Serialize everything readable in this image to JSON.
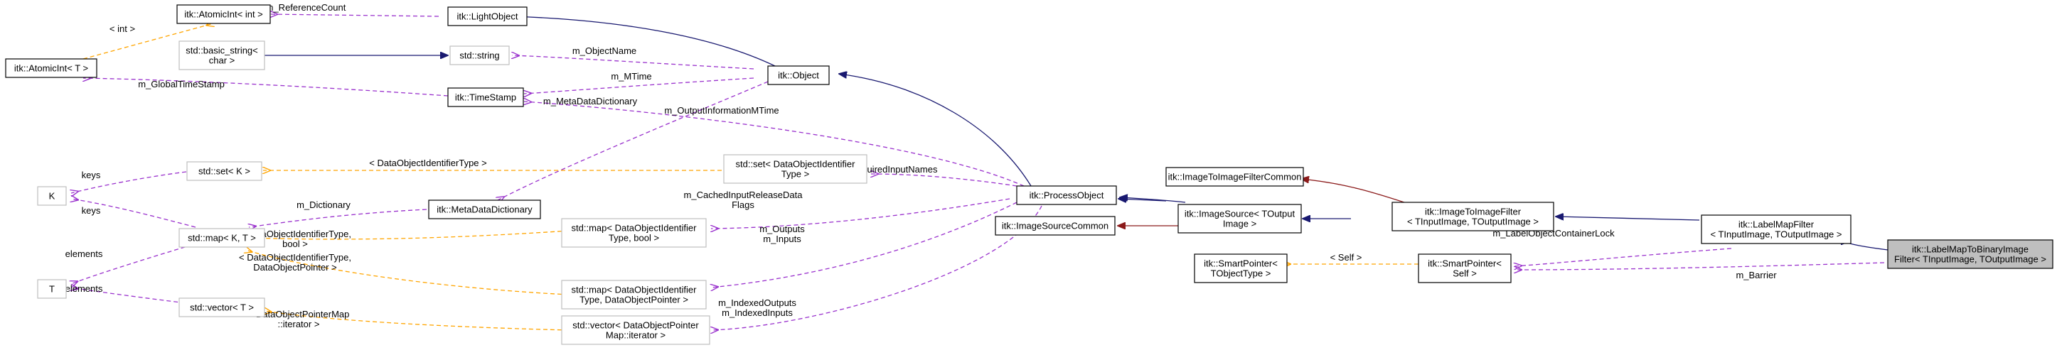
{
  "colors": {
    "inherit": "#191970",
    "protected_inherit": "#8b1a1a",
    "usage": "#9a32cd",
    "template": "#ffa500",
    "node_border_dark": "#000000",
    "node_border_light": "#bfbfbf",
    "highlight_fill": "#bfbfbf"
  },
  "nodes": {
    "atomic_int_int": {
      "lines": [
        "itk::AtomicInt< int >"
      ]
    },
    "light_object": {
      "lines": [
        "itk::LightObject"
      ]
    },
    "atomic_int_t": {
      "lines": [
        "itk::AtomicInt< T >"
      ]
    },
    "basic_string": {
      "lines": [
        "std::basic_string<",
        "char >"
      ]
    },
    "std_string": {
      "lines": [
        "std::string"
      ]
    },
    "object": {
      "lines": [
        "itk::Object"
      ]
    },
    "time_stamp": {
      "lines": [
        "itk::TimeStamp"
      ]
    },
    "k": {
      "lines": [
        "K"
      ]
    },
    "set_k": {
      "lines": [
        "std::set< K >"
      ]
    },
    "set_doid": {
      "lines": [
        "std::set< DataObjectIdentifier",
        "Type >"
      ]
    },
    "meta_data_dictionary": {
      "lines": [
        "itk::MetaDataDictionary"
      ]
    },
    "process_object": {
      "lines": [
        "itk::ProcessObject"
      ]
    },
    "map_k_t": {
      "lines": [
        "std::map< K, T >"
      ]
    },
    "map_doid_bool": {
      "lines": [
        "std::map< DataObjectIdentifier",
        "Type, bool >"
      ]
    },
    "image_source_common": {
      "lines": [
        "itk::ImageSourceCommon"
      ]
    },
    "image_source": {
      "lines": [
        "itk::ImageSource< TOutput",
        "Image >"
      ]
    },
    "image_to_image_filter_common": {
      "lines": [
        "itk::ImageToImageFilterCommon"
      ]
    },
    "image_to_image_filter": {
      "lines": [
        "itk::ImageToImageFilter",
        "< TInputImage, TOutputImage >"
      ]
    },
    "label_map_filter": {
      "lines": [
        "itk::LabelMapFilter",
        "< TInputImage, TOutputImage >"
      ]
    },
    "label_map_to_binary": {
      "lines": [
        "itk::LabelMapToBinaryImage",
        "Filter< TInputImage, TOutputImage >"
      ]
    },
    "t": {
      "lines": [
        "T"
      ]
    },
    "map_doid_ptr": {
      "lines": [
        "std::map< DataObjectIdentifier",
        "Type, DataObjectPointer >"
      ]
    },
    "vector_t": {
      "lines": [
        "std::vector< T >"
      ]
    },
    "vector_dop": {
      "lines": [
        "std::vector< DataObjectPointer",
        "Map::iterator >"
      ]
    },
    "smart_pointer_tobj": {
      "lines": [
        "itk::SmartPointer<",
        "TObjectType >"
      ]
    },
    "smart_pointer_self": {
      "lines": [
        "itk::SmartPointer<",
        "Self >"
      ]
    }
  },
  "edge_labels": {
    "m_reference_count": {
      "lines": [
        "m_ReferenceCount"
      ]
    },
    "int": {
      "lines": [
        "< int >"
      ]
    },
    "m_object_name": {
      "lines": [
        "m_ObjectName"
      ]
    },
    "m_global_time_stamp": {
      "lines": [
        "m_GlobalTimeStamp"
      ]
    },
    "m_mtime": {
      "lines": [
        "m_MTime"
      ]
    },
    "m_meta_data_dictionary": {
      "lines": [
        "m_MetaDataDictionary"
      ]
    },
    "m_output_information_mtime": {
      "lines": [
        "m_OutputInformationMTime"
      ]
    },
    "doid_type": {
      "lines": [
        "< DataObjectIdentifierType >"
      ]
    },
    "keys_1": {
      "lines": [
        "keys"
      ]
    },
    "keys_2": {
      "lines": [
        "keys"
      ]
    },
    "m_required_input_names": {
      "lines": [
        "m_RequiredInputNames"
      ]
    },
    "m_dictionary": {
      "lines": [
        "m_Dictionary"
      ]
    },
    "m_cached_input": {
      "lines": [
        "m_CachedInputReleaseData",
        "Flags"
      ]
    },
    "doid_bool": {
      "lines": [
        "< DataObjectIdentifierType,",
        "bool >"
      ]
    },
    "m_outputs_inputs": {
      "lines": [
        "m_Outputs",
        "m_Inputs"
      ]
    },
    "doid_ptr": {
      "lines": [
        "< DataObjectIdentifierType,",
        "DataObjectPointer >"
      ]
    },
    "elements_1": {
      "lines": [
        "elements"
      ]
    },
    "elements_2": {
      "lines": [
        "elements"
      ]
    },
    "dop_map_iter": {
      "lines": [
        "< DataObjectPointerMap",
        "::iterator >"
      ]
    },
    "m_indexed": {
      "lines": [
        "m_IndexedOutputs",
        "m_IndexedInputs"
      ]
    },
    "m_label_object_container_lock": {
      "lines": [
        "m_LabelObjectContainerLock"
      ]
    },
    "self": {
      "lines": [
        "< Self >"
      ]
    },
    "m_barrier": {
      "lines": [
        "m_Barrier"
      ]
    }
  }
}
